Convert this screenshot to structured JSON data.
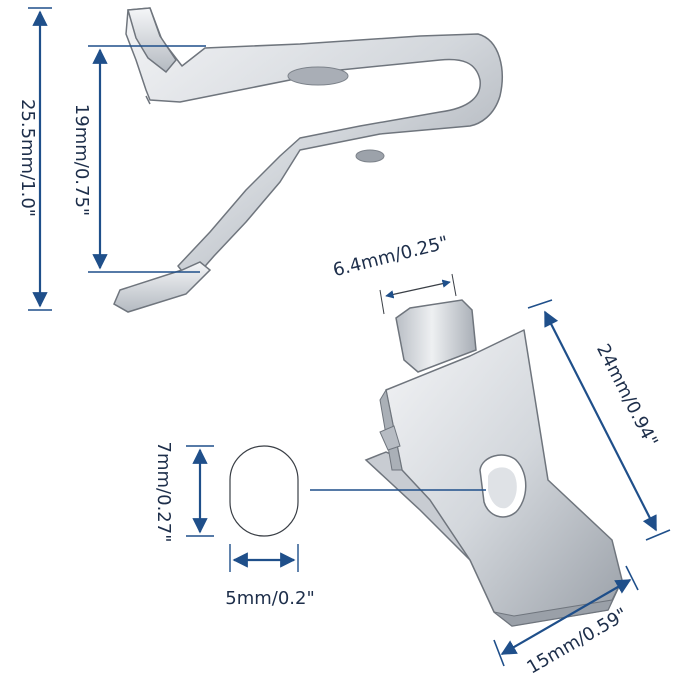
{
  "colors": {
    "dimension_line": "#1f4f8a",
    "text": "#1d2e4a",
    "metal_light": "#e9ebee",
    "metal_mid": "#c5c9cf",
    "metal_dark": "#8e949c",
    "outline": "#6f757d"
  },
  "dimensions": {
    "total_height": "25.5mm/1.0\"",
    "inner_height": "19mm/0.75\"",
    "tab_width": "6.4mm/0.25\"",
    "clip_length": "24mm/0.94\"",
    "slot_height": "7mm/0.27\"",
    "slot_width": "5mm/0.2\"",
    "clip_width": "15mm/0.59\""
  }
}
